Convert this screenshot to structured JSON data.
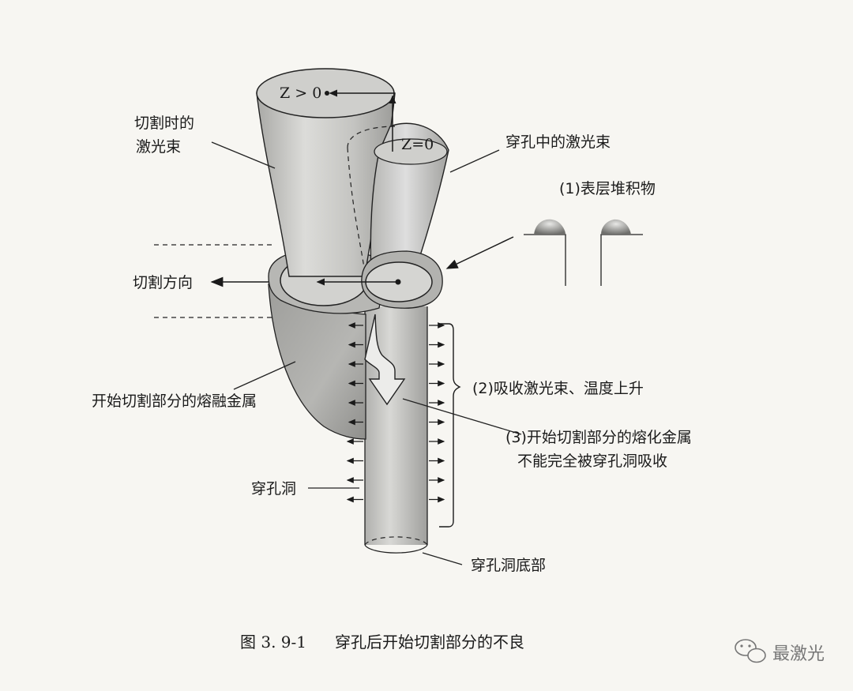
{
  "labels": {
    "z_gt_0": "Z > 0",
    "z_eq_0": "Z=0",
    "cutting_beam_line1": "切割时的",
    "cutting_beam_line2": "激光束",
    "piercing_beam": "穿孔中的激光束",
    "surface_deposit": "(1)表层堆积物",
    "cutting_direction": "切割方向",
    "absorb_beam": "(2)吸收激光束、温度上升",
    "molten_metal_start": "开始切割部分的熔融金属",
    "melted_metal_line1": "(3)开始切割部分的熔化金属",
    "melted_metal_line2": "不能完全被穿孔洞吸收",
    "pierce_hole": "穿孔洞",
    "pierce_hole_bottom": "穿孔洞底部"
  },
  "caption": {
    "number": "图 3. 9-1",
    "text": "穿孔后开始切割部分的不良"
  },
  "watermark": {
    "text": "最激光",
    "icon": "wechat-icon"
  },
  "colors": {
    "background": "#f7f6f2",
    "beam_fill": "#c9c9c6",
    "molten_fill": "#a9a9a6",
    "ink": "#1a1a1a"
  }
}
